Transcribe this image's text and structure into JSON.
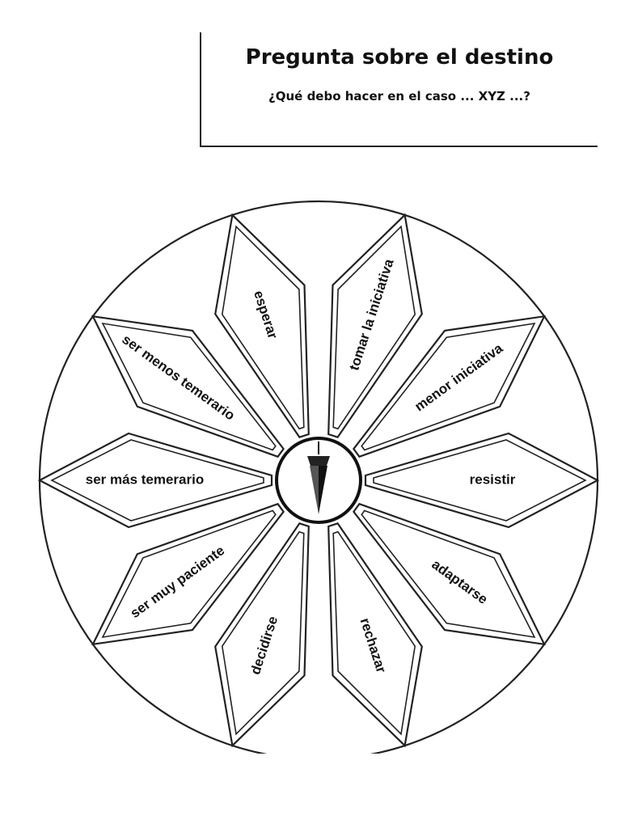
{
  "header": {
    "title": "Pregunta sobre el destino",
    "subtitle": "¿Qué debo hacer en el caso ... XYZ ...?"
  },
  "wheel": {
    "petals": [
      {
        "label": "esperar"
      },
      {
        "label": "tomar la iniciativa"
      },
      {
        "label": "menor iniciativa"
      },
      {
        "label": "resistir"
      },
      {
        "label": "adaptarse"
      },
      {
        "label": "rechazar"
      },
      {
        "label": "decidirse"
      },
      {
        "label": "ser muy paciente"
      },
      {
        "label": "ser más temerario"
      },
      {
        "label": "ser menos temerario"
      }
    ],
    "center_icon": "pendulum-icon"
  }
}
